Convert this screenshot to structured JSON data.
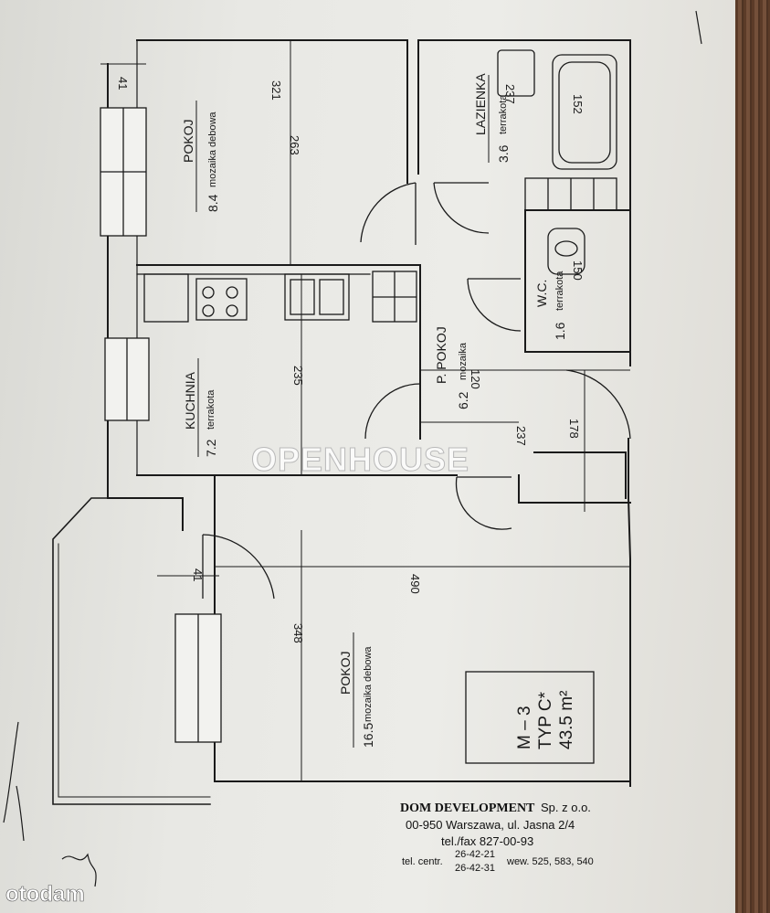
{
  "plan": {
    "rooms": [
      {
        "id": "pokoj-top",
        "name": "POKOJ",
        "area": "8.4",
        "floor": "mozaika debowa"
      },
      {
        "id": "lazienka",
        "name": "LAZIENKA",
        "area": "3.6",
        "floor": "terrakota"
      },
      {
        "id": "wc",
        "name": "W.C.",
        "area": "1.6",
        "floor": "terrakota"
      },
      {
        "id": "kuchnia",
        "name": "KUCHNIA",
        "area": "7.2",
        "floor": "terrakota"
      },
      {
        "id": "przedpokoj",
        "name": "P. POKOJ",
        "area": "6.2",
        "floor": "mozaika"
      },
      {
        "id": "pokoj-main",
        "name": "POKOJ",
        "area": "16.5",
        "floor": "mozaika debowa"
      }
    ],
    "dimensions": {
      "d41a": "41",
      "d321": "321",
      "d263": "263",
      "d237a": "237",
      "d152": "152",
      "d150": "150",
      "d235": "235",
      "d120": "120",
      "d237b": "237",
      "d178": "178",
      "d490": "490",
      "d348": "348",
      "d41b": "41"
    },
    "unit": {
      "code": "M – 3",
      "type": "TYP C*",
      "area": "43.5 m²"
    }
  },
  "developer": {
    "name": "DOM DEVELOPMENT",
    "suffix": "Sp. z o.o.",
    "address": "00-950 Warszawa, ul. Jasna 2/4",
    "telfax": "tel./fax 827-00-93",
    "central_label": "tel. centr.",
    "central_1": "26-42-21",
    "central_2": "26-42-31",
    "ext": "wew. 525, 583, 540"
  },
  "watermark": "OPENHOUSE",
  "brand": "otodam",
  "colors": {
    "ink": "#1a1a1a",
    "paper": "#e8e8e4",
    "wood": "#6b4a36"
  }
}
